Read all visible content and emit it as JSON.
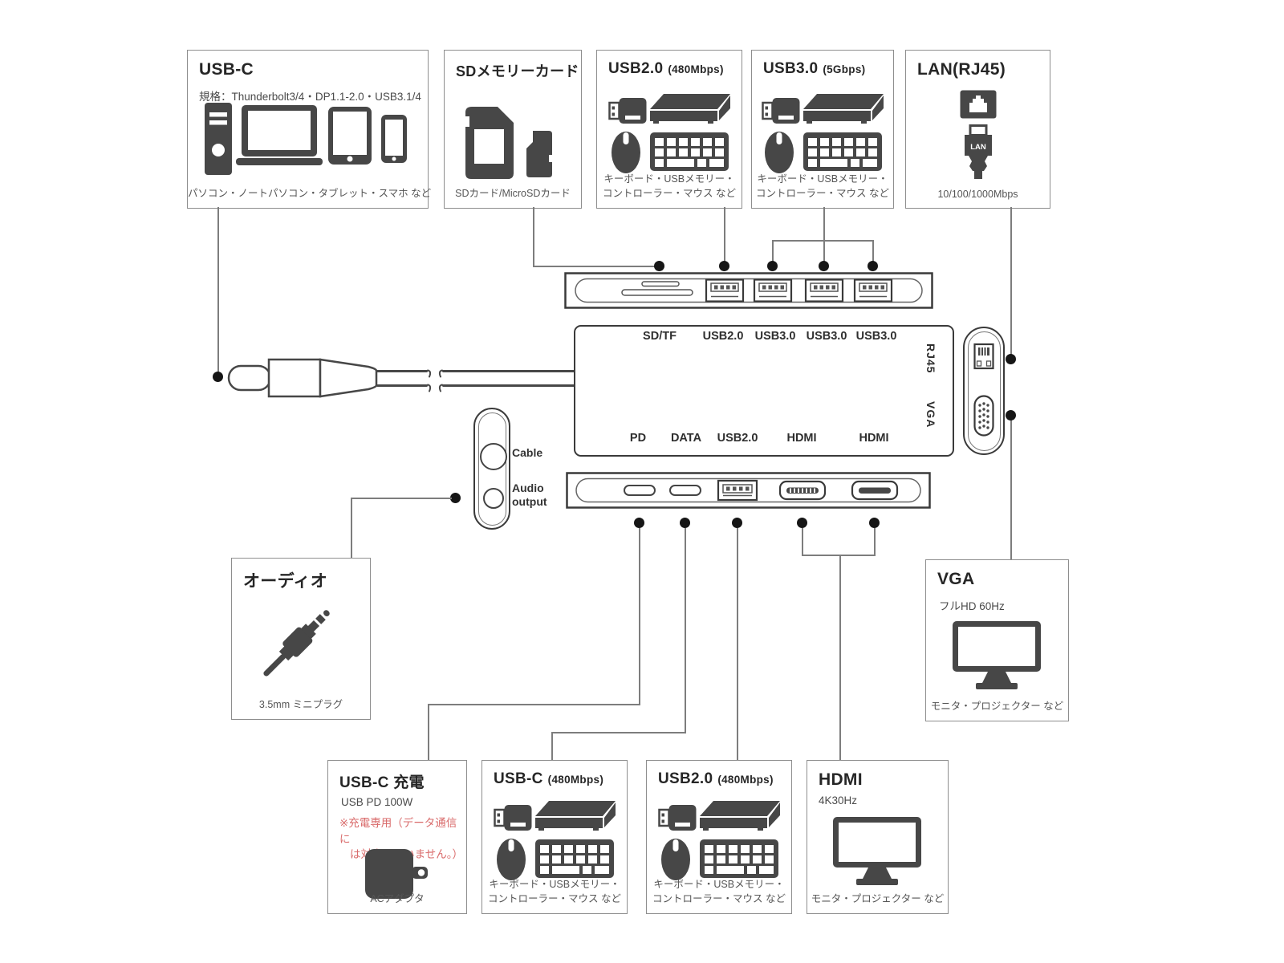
{
  "colors": {
    "icon": "#474747",
    "line": "#7d7d7d",
    "dot": "#161616",
    "box_border": "#8e8e8e",
    "title": "#262626",
    "caption": "#555555",
    "note_red": "#d96a6a",
    "hub_outline": "#3a3a3a"
  },
  "boxes": {
    "usb_c": {
      "title": "USB-C",
      "spec": "規格：Thunderbolt3/4・DP1.1-2.0・USB3.1/4",
      "caption": "パソコン・ノートパソコン・タブレット・スマホ など"
    },
    "sd_card": {
      "title": "SDメモリーカード",
      "caption": "SDカード/MicroSDカード"
    },
    "usb20_top": {
      "title": "USB2.0",
      "speed": "(480Mbps)",
      "caption_line1": "キーボード・USBメモリー・",
      "caption_line2": "コントローラー・マウス など"
    },
    "usb30_top": {
      "title": "USB3.0",
      "speed": "(5Gbps)",
      "caption_line1": "キーボード・USBメモリー・",
      "caption_line2": "コントローラー・マウス など"
    },
    "lan": {
      "title": "LAN(RJ45)",
      "plug_label": "LAN",
      "caption": "10/100/1000Mbps"
    },
    "audio": {
      "title": "オーディオ",
      "caption": "3.5mm ミニプラグ"
    },
    "vga": {
      "title": "VGA",
      "subtitle": "フルHD 60Hz",
      "caption": "モニタ・プロジェクター など"
    },
    "usbc_charge": {
      "title": "USB-C 充電",
      "subtitle": "USB PD 100W",
      "note_line1": "※充電専用（データ通信に",
      "note_line2": "は対応していません。）",
      "caption": "ACアダプタ"
    },
    "usbc_data": {
      "title": "USB-C",
      "speed": "(480Mbps)",
      "caption_line1": "キーボード・USBメモリー・",
      "caption_line2": "コントローラー・マウス など"
    },
    "usb20_bottom": {
      "title": "USB2.0",
      "speed": "(480Mbps)",
      "caption_line1": "キーボード・USBメモリー・",
      "caption_line2": "コントローラー・マウス など"
    },
    "hdmi": {
      "title": "HDMI",
      "subtitle": "4K30Hz",
      "caption": "モニタ・プロジェクター など"
    }
  },
  "hub": {
    "top_labels": [
      "SD/TF",
      "USB2.0",
      "USB3.0",
      "USB3.0",
      "USB3.0"
    ],
    "side_labels": [
      "RJ45",
      "VGA"
    ],
    "bottom_labels": [
      "PD",
      "DATA",
      "USB2.0",
      "HDMI",
      "HDMI"
    ],
    "cable_label": "Cable",
    "audio_label_line1": "Audio",
    "audio_label_line2": "output"
  }
}
